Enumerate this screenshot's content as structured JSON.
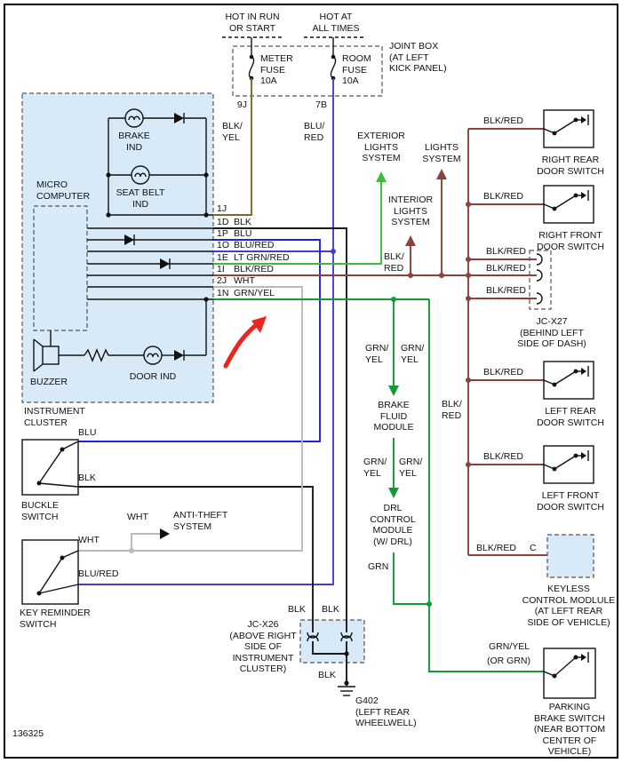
{
  "figure_number": "136325",
  "colors": {
    "clusterfill": "#d8eaf7",
    "blkyel": "#7c6a2c",
    "blured": "#4040cc",
    "blu": "#2020dd",
    "ltgrnred": "#3dbb3d",
    "grnyel": "#149a34",
    "blkred": "#8a423c",
    "wht": "#b9b9b9",
    "blk": "#1a1a1a",
    "redarrow": "#e8251f"
  },
  "power": {
    "hot_in_run": "HOT IN RUN\nOR START",
    "hot_at_all_times": "HOT AT\nALL TIMES",
    "joint_box": "JOINT BOX\n(AT LEFT\nKICK PANEL)",
    "meter_fuse": "METER\nFUSE\n10A",
    "room_fuse": "ROOM\nFUSE\n10A",
    "pin_9j": "9J",
    "pin_7b": "7B",
    "wire_blk_yel": "BLK/\nYEL",
    "wire_blu_red": "BLU/\nRED"
  },
  "cluster": {
    "title": "INSTRUMENT\nCLUSTER",
    "micro_computer": "MICRO\nCOMPUTER",
    "brake_ind": "BRAKE\nIND",
    "seat_belt_ind": "SEAT BELT\nIND",
    "door_ind": "DOOR IND",
    "buzzer": "BUZZER",
    "pins": [
      {
        "code": "1J",
        "color": ""
      },
      {
        "code": "1D",
        "color": "BLK"
      },
      {
        "code": "1P",
        "color": "BLU"
      },
      {
        "code": "1O",
        "color": "BLU/RED"
      },
      {
        "code": "1E",
        "color": "LT GRN/RED"
      },
      {
        "code": "1I",
        "color": "BLK/RED"
      },
      {
        "code": "2J",
        "color": "WHT"
      },
      {
        "code": "1N",
        "color": "GRN/YEL"
      }
    ]
  },
  "systems": {
    "exterior_lights": "EXTERIOR\nLIGHTS\nSYSTEM",
    "lights": "LIGHTS\nSYSTEM",
    "interior_lights": "INTERIOR\nLIGHTS\nSYSTEM",
    "interior_wire": "BLK/\nRED",
    "anti_theft": "ANTI-THEFT\nSYSTEM"
  },
  "modules": {
    "brake_fluid": "BRAKE\nFLUID\nMODULE",
    "drl": "DRL\nCONTROL\nMODULE\n(W/ DRL)",
    "keyless": "KEYLESS\nCONTROL MODLULE\n(AT LEFT REAR\nSIDE OF VEHICLE)",
    "keyless_pin": "C"
  },
  "switches": {
    "buckle": "BUCKLE\nSWITCH",
    "key_reminder": "KEY REMINDER\nSWITCH",
    "right_rear": "RIGHT REAR\nDOOR SWITCH",
    "right_front": "RIGHT FRONT\nDOOR SWITCH",
    "left_rear": "LEFT REAR\nDOOR SWITCH",
    "left_front": "LEFT FRONT\nDOOR SWITCH",
    "parking_brake": "PARKING\nBRAKE SWITCH\n(NEAR BOTTOM\nCENTER OF\nVEHICLE)"
  },
  "connectors": {
    "jc_x27": "JC-X27\n(BEHIND LEFT\nSIDE OF DASH)",
    "jc_x26": "JC-X26\n(ABOVE RIGHT\nSIDE OF\nINSTRUMENT\nCLUSTER)",
    "ground": "G402\n(LEFT REAR\nWHEELWELL)"
  },
  "wire_labels": {
    "blk_red_right_rear": "BLK/RED",
    "blk_red_right_front": "BLK/RED",
    "blk_red_jc27_top": "BLK/RED",
    "blk_red_jc27_mid": "BLK/RED",
    "blk_red_jc27_bottom": "BLK/RED",
    "blk_red_bus": "BLK/\nRED",
    "blk_red_left_rear": "BLK/RED",
    "blk_red_left_front": "BLK/RED",
    "blk_red_keyless": "BLK/RED",
    "grn_yel_1": "GRN/\nYEL",
    "grn_yel_2": "GRN/\nYEL",
    "grn_yel_3": "GRN/\nYEL",
    "grn_yel_4": "GRN/\nYEL",
    "grn": "GRN",
    "grn_yel_park": "GRN/YEL",
    "or_grn": "(OR GRN)",
    "wht_anti": "WHT",
    "wht_key": "WHT",
    "blu_red_key": "BLU/RED",
    "blu_buckle": "BLU",
    "blk_buckle": "BLK",
    "blk_jc26_left": "BLK",
    "blk_jc26_right": "BLK",
    "blk_ground": "BLK"
  }
}
